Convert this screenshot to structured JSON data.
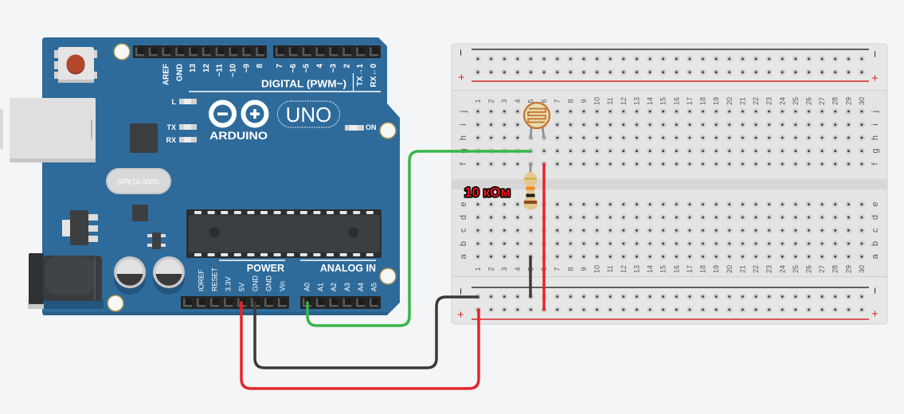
{
  "arduino": {
    "brand": "ARDUINO",
    "model": "UNO",
    "crystal_marking": "SPK16.000G",
    "leds": {
      "l": "L",
      "tx": "TX",
      "rx": "RX",
      "on": "ON"
    },
    "digital_header": {
      "title": "DIGITAL (PWM~)",
      "group1_pins": [
        "",
        "",
        "AREF",
        "GND",
        "13",
        "12",
        "~11",
        "~10",
        "~9",
        "8"
      ],
      "group2_pins": [
        "7",
        "~6",
        "~5",
        "4",
        "~3",
        "2",
        "TX→1",
        "RX←0"
      ]
    },
    "power_header": {
      "title": "POWER",
      "pins": [
        "",
        "IOREF",
        "RESET",
        "3.3V",
        "5V",
        "GND",
        "GND",
        "Vin"
      ]
    },
    "analog_header": {
      "title": "ANALOG IN",
      "pins": [
        "A0",
        "A1",
        "A2",
        "A3",
        "A4",
        "A5"
      ]
    }
  },
  "breadboard": {
    "column_labels": [
      "1",
      "2",
      "3",
      "4",
      "5",
      "6",
      "7",
      "8",
      "9",
      "10",
      "11",
      "12",
      "13",
      "14",
      "15",
      "16",
      "17",
      "18",
      "19",
      "20",
      "21",
      "22",
      "23",
      "24",
      "25",
      "26",
      "27",
      "28",
      "29",
      "30"
    ],
    "rows_top": [
      "j",
      "i",
      "h",
      "g",
      "f"
    ],
    "rows_bottom": [
      "e",
      "d",
      "c",
      "b",
      "a"
    ],
    "rail_minus": "−",
    "rail_plus": "+"
  },
  "components": {
    "resistor": {
      "label": "10 кОм",
      "bands": [
        "brown",
        "black",
        "orange",
        "gold"
      ],
      "placement": "column 5, rows f–e"
    },
    "photoresistor": {
      "placement": "columns 5–6, row h"
    }
  },
  "wires": [
    {
      "name": "5v-wire",
      "color": "#e3262b",
      "from": "5V",
      "to": "bottom + rail, column 1"
    },
    {
      "name": "gnd-wire",
      "color": "#3a3a3a",
      "from": "GND",
      "to": "bottom − rail, column 1"
    },
    {
      "name": "a0-wire",
      "color": "#3ab54a",
      "from": "A0",
      "to": "column 5, row g"
    },
    {
      "name": "plus-rail-jumper",
      "color": "#e3262b",
      "from": "column 6, row f",
      "to": "bottom + rail, column 6"
    },
    {
      "name": "minus-rail-jumper",
      "color": "#3a3a3a",
      "from": "column 5, row a",
      "to": "bottom − rail, column 5"
    }
  ],
  "colors": {
    "background": "#f4f5f7",
    "board": "#2e6b9b",
    "breadboard": "#e4e4e4",
    "rail_plus": "#d42a2a",
    "rail_minus": "#333333",
    "label_red": "#e8141a"
  }
}
